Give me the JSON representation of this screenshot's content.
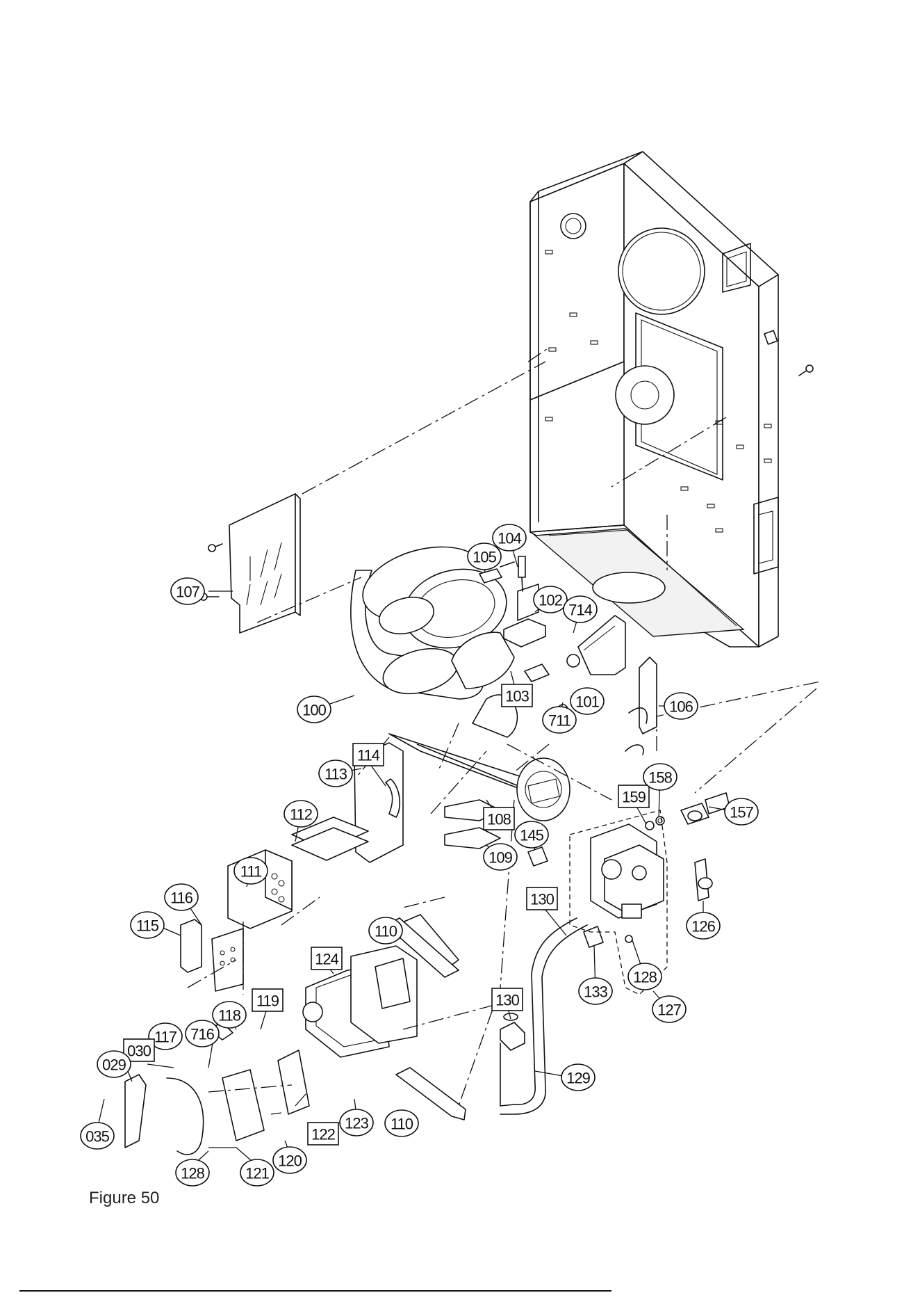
{
  "figure": {
    "caption_fragment": "Figure 50"
  },
  "callouts": [
    {
      "id": "c104",
      "text": "104",
      "style": "circle"
    },
    {
      "id": "c105",
      "text": "105",
      "style": "circle"
    },
    {
      "id": "c102",
      "text": "102",
      "style": "circle"
    },
    {
      "id": "c714",
      "text": "714",
      "style": "circle"
    },
    {
      "id": "c107",
      "text": "107",
      "style": "circle"
    },
    {
      "id": "c100",
      "text": "100",
      "style": "circle"
    },
    {
      "id": "c103",
      "text": "103",
      "style": "square"
    },
    {
      "id": "c711",
      "text": "711",
      "style": "circle"
    },
    {
      "id": "c101",
      "text": "101",
      "style": "circle"
    },
    {
      "id": "c106",
      "text": "106",
      "style": "circle"
    },
    {
      "id": "c114",
      "text": "114",
      "style": "square"
    },
    {
      "id": "c113",
      "text": "113",
      "style": "circle"
    },
    {
      "id": "c112",
      "text": "112",
      "style": "circle"
    },
    {
      "id": "c108",
      "text": "108",
      "style": "square"
    },
    {
      "id": "c159",
      "text": "159",
      "style": "square"
    },
    {
      "id": "c158",
      "text": "158",
      "style": "circle"
    },
    {
      "id": "c157",
      "text": "157",
      "style": "circle"
    },
    {
      "id": "c111",
      "text": "111",
      "style": "circle"
    },
    {
      "id": "c145",
      "text": "145",
      "style": "circle"
    },
    {
      "id": "c109",
      "text": "109",
      "style": "circle"
    },
    {
      "id": "c116",
      "text": "116",
      "style": "circle"
    },
    {
      "id": "c130a",
      "text": "130",
      "style": "square"
    },
    {
      "id": "c115",
      "text": "115",
      "style": "circle"
    },
    {
      "id": "c110a",
      "text": "110",
      "style": "circle"
    },
    {
      "id": "c126",
      "text": "126",
      "style": "circle"
    },
    {
      "id": "c124",
      "text": "124",
      "style": "square"
    },
    {
      "id": "c128a",
      "text": "128",
      "style": "circle"
    },
    {
      "id": "c133",
      "text": "133",
      "style": "circle"
    },
    {
      "id": "c119",
      "text": "119",
      "style": "square"
    },
    {
      "id": "c130b",
      "text": "130",
      "style": "square"
    },
    {
      "id": "c127",
      "text": "127",
      "style": "circle"
    },
    {
      "id": "c118",
      "text": "118",
      "style": "circle"
    },
    {
      "id": "c716",
      "text": "716",
      "style": "circle"
    },
    {
      "id": "c117",
      "text": "117",
      "style": "circle"
    },
    {
      "id": "c030",
      "text": "030",
      "style": "square"
    },
    {
      "id": "c029",
      "text": "029",
      "style": "circle"
    },
    {
      "id": "c129",
      "text": "129",
      "style": "circle"
    },
    {
      "id": "c110b",
      "text": "110",
      "style": "circle"
    },
    {
      "id": "c122",
      "text": "122",
      "style": "square"
    },
    {
      "id": "c123",
      "text": "123",
      "style": "circle"
    },
    {
      "id": "c035",
      "text": "035",
      "style": "circle"
    },
    {
      "id": "c128b",
      "text": "128",
      "style": "circle"
    },
    {
      "id": "c121",
      "text": "121",
      "style": "circle"
    },
    {
      "id": "c120",
      "text": "120",
      "style": "circle"
    }
  ]
}
